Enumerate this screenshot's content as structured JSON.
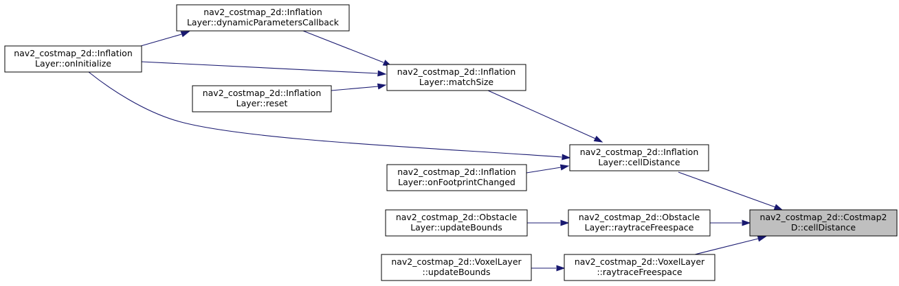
{
  "nodes": [
    {
      "id": "dpc",
      "lines": [
        "nav2_costmap_2d::Inflation",
        "Layer::dynamicParametersCallback"
      ]
    },
    {
      "id": "oninit",
      "lines": [
        "nav2_costmap_2d::Inflation",
        "Layer::onInitialize"
      ]
    },
    {
      "id": "match",
      "lines": [
        "nav2_costmap_2d::Inflation",
        "Layer::matchSize"
      ]
    },
    {
      "id": "reset",
      "lines": [
        "nav2_costmap_2d::Inflation",
        "Layer::reset"
      ]
    },
    {
      "id": "celldist",
      "lines": [
        "nav2_costmap_2d::Inflation",
        "Layer::cellDistance"
      ]
    },
    {
      "id": "footprint",
      "lines": [
        "nav2_costmap_2d::Inflation",
        "Layer::onFootprintChanged"
      ]
    },
    {
      "id": "costmap",
      "lines": [
        "nav2_costmap_2d::Costmap2",
        "D::cellDistance"
      ],
      "highlight": true
    },
    {
      "id": "obs_ub",
      "lines": [
        "nav2_costmap_2d::Obstacle",
        "Layer::updateBounds"
      ]
    },
    {
      "id": "obs_rf",
      "lines": [
        "nav2_costmap_2d::Obstacle",
        "Layer::raytraceFreespace"
      ]
    },
    {
      "id": "vox_ub",
      "lines": [
        "nav2_costmap_2d::VoxelLayer",
        "::updateBounds"
      ]
    },
    {
      "id": "vox_rf",
      "lines": [
        "nav2_costmap_2d::VoxelLayer",
        "::raytraceFreespace"
      ]
    }
  ],
  "edges": [
    {
      "from": "oninit",
      "to": "dpc"
    },
    {
      "from": "dpc",
      "to": "match"
    },
    {
      "from": "oninit",
      "to": "match"
    },
    {
      "from": "reset",
      "to": "match"
    },
    {
      "from": "match",
      "to": "celldist"
    },
    {
      "from": "oninit",
      "to": "celldist"
    },
    {
      "from": "footprint",
      "to": "celldist"
    },
    {
      "from": "celldist",
      "to": "costmap"
    },
    {
      "from": "obs_ub",
      "to": "obs_rf"
    },
    {
      "from": "obs_rf",
      "to": "costmap"
    },
    {
      "from": "vox_ub",
      "to": "vox_rf"
    },
    {
      "from": "vox_rf",
      "to": "costmap"
    }
  ],
  "colors": {
    "edge": "#191970",
    "focus_fill": "#bfbfbf",
    "node_fill": "#ffffff",
    "border": "#000000"
  }
}
